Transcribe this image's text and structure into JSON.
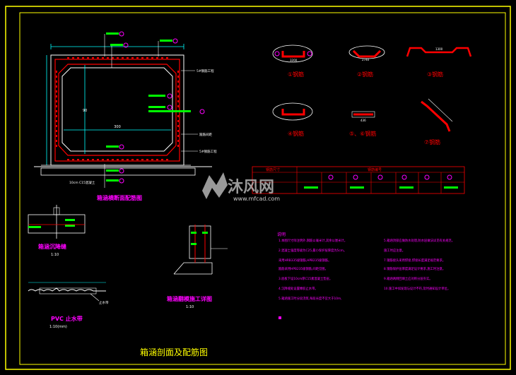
{
  "drawing": {
    "title": "箱涵剖面及配筋图",
    "watermark_site": "www.mfcad.com"
  },
  "section": {
    "title": "箱涵横断面配筋图",
    "dim_width": "300",
    "dim_height": "90",
    "base_note": "10cm C15混凝土",
    "side_labels": [
      "5#钢筋工程",
      "箍筋间距",
      "5#钢筋工程"
    ]
  },
  "rebar_shapes": [
    {
      "label": "①钢筋",
      "dim": "3200"
    },
    {
      "label": "②钢筋",
      "dim": "2740"
    },
    {
      "label": "③钢筋",
      "dim": "1300"
    },
    {
      "label": "④钢筋",
      "dim": ""
    },
    {
      "label": "⑤、⑥钢筋",
      "dim": "436"
    },
    {
      "label": "⑦钢筋",
      "dim": ""
    }
  ],
  "table": {
    "left_header": "钢筋尺寸",
    "right_header": "钢筋编号"
  },
  "details": {
    "joint_title": "箱涵沉降缝",
    "joint_scale": "1:10",
    "corner_title": "箱涵翻模施工详图",
    "corner_scale": "1:10",
    "pvc_title": "PVC 止水带",
    "pvc_scale": "1:10(mm)",
    "pvc_label": "止水带"
  },
  "notes": {
    "header": "说明",
    "left": [
      "1.本图尺寸除注明外,钢筋以毫米计,其余以厘米计。",
      "2.混凝土强度等级为C25,最小保护层厚度为5cm。",
      "  采用HRB335级钢筋,HPB235级钢筋。",
      "  箍筋采用HPB235级钢筋,间距见图。",
      "3.底板下设10cm厚C15素混凝土垫层。",
      "4.沉降缝处设置橡胶止水带。",
      "5.箱涵施工时分段浇筑,每段长度不宜大于10m,"
    ],
    "right": [
      "5.箱涵顶部应做防水处理,防水层做法详见有关规范。",
      "  施工时应注意。",
      "7.钢筋接头采用焊接,焊接长度满足规范要求。",
      "8.钢筋保护层厚度满足设计要求,施工时注意。",
      "9.箱涵两侧回填土应对称分层夯实。",
      "10.施工中如发现与设计不符,及时通知设计单位。"
    ]
  },
  "colors": {
    "frame": "#ffff00",
    "structure": "#ffffff",
    "rebar": "#ff0000",
    "label": "#ff00ff",
    "dimension": "#00ffff",
    "tag": "#00ff00"
  }
}
